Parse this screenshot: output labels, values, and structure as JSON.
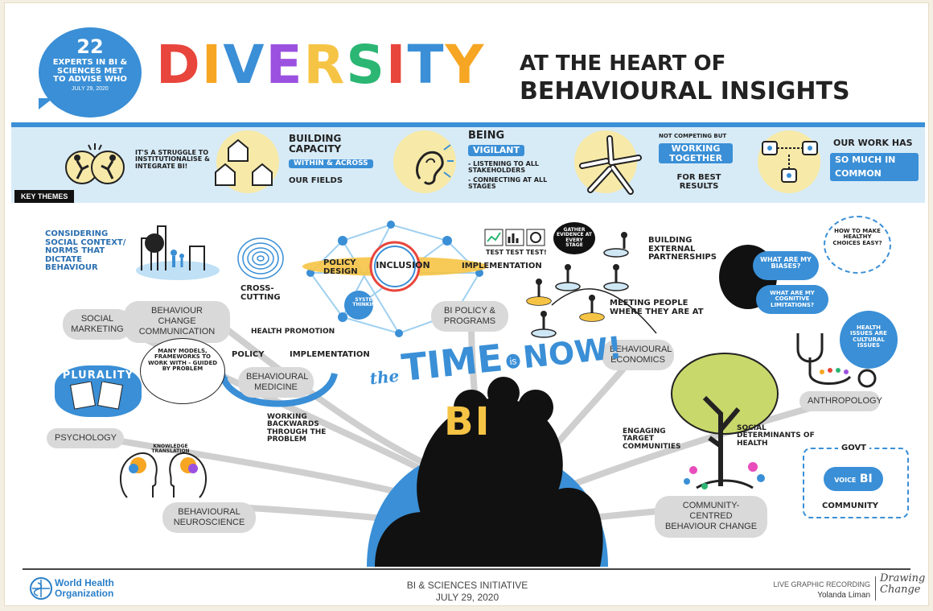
{
  "bubble": {
    "number": "22",
    "text": "EXPERTS IN BI & SCIENCES MET TO ADVISE WHO",
    "date": "JULY 29, 2020"
  },
  "title": {
    "main": "DIVERSITY",
    "line1": "AT THE HEART OF",
    "line2": "BEHAVIOURAL INSIGHTS",
    "letter_colors": [
      "#e8453c",
      "#f6a623",
      "#3a8fd6",
      "#9b51e0",
      "#f6c445",
      "#2bb673",
      "#e8453c",
      "#3a8fd6",
      "#f6a623"
    ]
  },
  "themes": {
    "label": "KEY THEMES",
    "t1": "IT'S A STRUGGLE TO INSTITUTIONALISE & INTEGRATE BI!",
    "t2a": "BUILDING CAPACITY",
    "t2b": "WITHIN & ACROSS",
    "t2c": "OUR FIELDS",
    "t3a": "BEING",
    "t3b": "VIGILANT",
    "t3c": "- LISTENING TO ALL STAKEHOLDERS",
    "t3d": "- CONNECTING AT ALL STAGES",
    "t4a": "NOT COMPETING BUT",
    "t4b": "WORKING TOGETHER",
    "t4c": "FOR BEST RESULTS",
    "t5a": "OUR WORK HAS",
    "t5b": "SO MUCH IN COMMON"
  },
  "notes": {
    "social_context": "CONSIDERING SOCIAL CONTEXT/ NORMS THAT DICTATE BEHAVIOUR",
    "cross_cutting": "CROSS-CUTTING",
    "policy_design": "POLICY DESIGN",
    "inclusion": "INCLUSION",
    "implementation": "IMPLEMENTATION",
    "systems_thinking": "SYSTEM THINKING",
    "test": "TEST TEST TEST!",
    "gather": "GATHER EVIDENCE AT EVERY STAGE",
    "building_external": "BUILDING EXTERNAL PARTNERSHIPS",
    "meeting": "MEETING PEOPLE WHERE THEY ARE AT",
    "biases": "WHAT ARE MY BIASES?",
    "cognitive": "WHAT ARE MY COGNITIVE LIMITATIONS?",
    "healthy": "HOW TO MAKE HEALTHY CHOICES EASY?",
    "many_models": "MANY MODELS, FRAMEWORKS TO WORK WITH - GUIDED BY PROBLEM",
    "health_promotion": "HEALTH PROMOTION",
    "policy": "POLICY",
    "implementation2": "IMPLEMENTATION",
    "plurality": "PLURALITY",
    "working_backwards": "WORKING BACKWARDS THROUGH THE PROBLEM",
    "knowledge": "KNOWLEDGE TRANSLATION",
    "engaging": "ENGAGING TARGET COMMUNITIES",
    "social_determinants": "SOCIAL DETERMINANTS OF HEALTH",
    "health_issues": "HEALTH ISSUES ARE CULTURAL ISSUES",
    "govt": "GOVT",
    "voice": "VOICE",
    "bi": "BI",
    "community": "COMMUNITY",
    "time_pre": "the",
    "time": "TIME",
    "time_is": "is",
    "time_now": "NOW!",
    "bi_big": "BI"
  },
  "pills": {
    "social_marketing": "SOCIAL MARKETING",
    "behaviour_change": "BEHAVIOUR CHANGE COMMUNICATION",
    "bi_policy": "BI POLICY & PROGRAMS",
    "behavioural_medicine": "BEHAVIOURAL MEDICINE",
    "behavioural_economics": "BEHAVIOURAL ECONOMICS",
    "anthropology": "ANTHROPOLOGY",
    "psychology": "PSYCHOLOGY",
    "neuroscience": "BEHAVIOURAL NEUROSCIENCE",
    "community_centred": "COMMUNITY-CENTRED BEHAVIOUR CHANGE"
  },
  "footer": {
    "org1": "World Health",
    "org2": "Organization",
    "initiative": "BI & SCIENCES INITIATIVE",
    "date": "JULY 29, 2020",
    "recording": "LIVE GRAPHIC RECORDING",
    "artist": "Yolanda Liman",
    "brand1": "Drawing",
    "brand2": "Change"
  }
}
